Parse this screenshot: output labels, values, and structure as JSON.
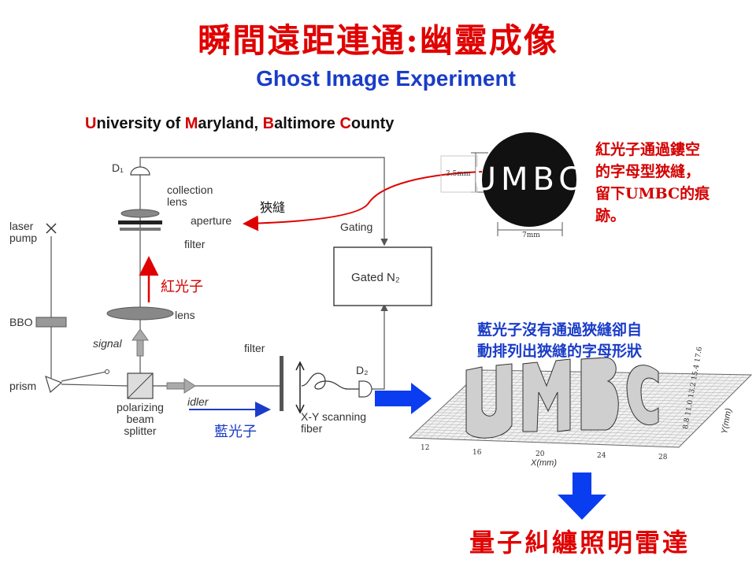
{
  "title": "瞬間遠距連通:幽靈成像",
  "subtitle": "Ghost Image Experiment",
  "university": {
    "parts": [
      "U",
      "niversity of ",
      "M",
      "aryland, ",
      "B",
      "altimore ",
      "C",
      "ounty"
    ]
  },
  "umbc_disc": {
    "text": "UMBC",
    "height_label": "3.5mm",
    "width_label": "7mm"
  },
  "note_red": [
    "紅光子通過鏤空",
    "的字母型狹縫，",
    "留下UMBC的痕",
    "跡。"
  ],
  "note_blue": [
    "藍光子沒有通過狹縫卻自",
    "動排列出狹縫的字母形狀"
  ],
  "slit_label": "狹縫",
  "red_photon_label": "紅光子",
  "blue_photon_label": "藍光子",
  "apparatus": {
    "d1": "D₁",
    "collection_lens": [
      "collection",
      "lens"
    ],
    "aperture": "aperture",
    "filter_top": "filter",
    "laser_pump": [
      "laser",
      "pump"
    ],
    "bbo": "BBO",
    "lens": "lens",
    "signal": "signal",
    "prism": "prism",
    "pbs": [
      "polarizing",
      "beam",
      "splitter"
    ],
    "idler": "idler",
    "filter_bottom": "filter",
    "xy_scanning": [
      "X-Y scanning",
      "fiber"
    ],
    "d2": "D₂",
    "gating": "Gating",
    "gated_n2": "Gated N₂"
  },
  "plot": {
    "x_ticks": [
      "12",
      "16",
      "20",
      "24",
      "28"
    ],
    "x_label": "X(mm)",
    "y_ticks": [
      "8.8",
      "11.0",
      "13.2",
      "15.4",
      "17.6"
    ],
    "y_label": "Y(mm)"
  },
  "conclusion": "量子糾纏照明雷達",
  "colors": {
    "red": "#e00000",
    "blue": "#1a3cc8",
    "arrow_blue": "#0a3cf0"
  }
}
